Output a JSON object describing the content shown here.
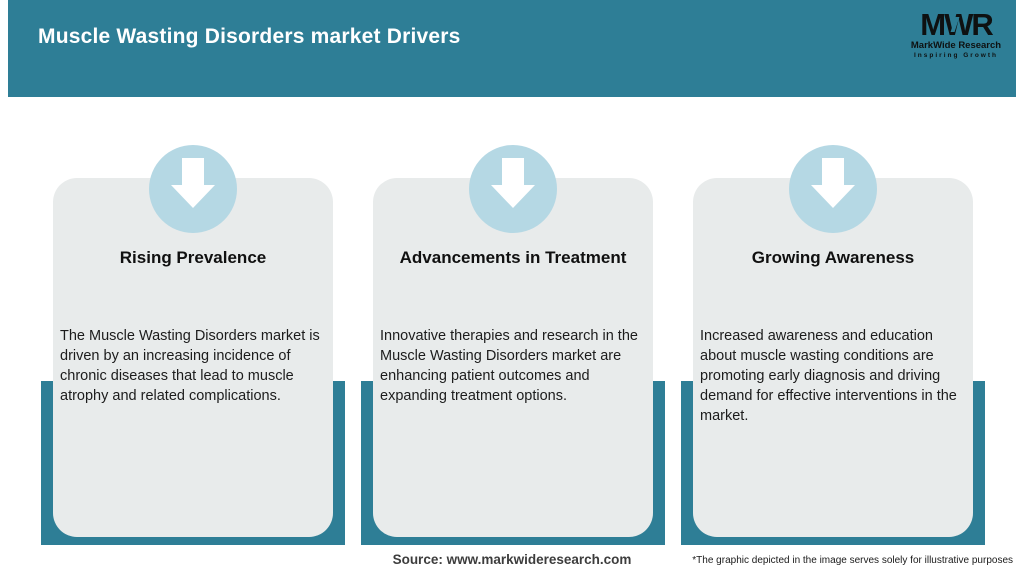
{
  "header": {
    "title": "Muscle Wasting Disorders market Drivers",
    "logo": {
      "acronym": "MWR",
      "name": "MarkWide Research",
      "tagline": "Inspiring Growth"
    }
  },
  "cards": [
    {
      "title": "Rising Prevalence",
      "description": "The Muscle Wasting Disorders market is driven by an increasing incidence of chronic diseases that lead to muscle atrophy and related complications."
    },
    {
      "title": "Advancements in Treatment",
      "description": "Innovative therapies and research in the Muscle Wasting Disorders market are enhancing patient outcomes and expanding treatment options."
    },
    {
      "title": "Growing Awareness",
      "description": "Increased awareness and education about muscle wasting conditions are promoting early diagnosis and driving demand for effective interventions in the market."
    }
  ],
  "footer": {
    "source": "Source: www.markwideresearch.com",
    "disclaimer": "*The graphic depicted in the image serves solely for illustrative purposes"
  },
  "icons": [
    "down-arrow-icon"
  ],
  "colors": {
    "teal": "#2e7e96",
    "circle_blue": "#b5d8e4",
    "card_gray": "#e8ebeb",
    "title_white": "#ffffff"
  }
}
